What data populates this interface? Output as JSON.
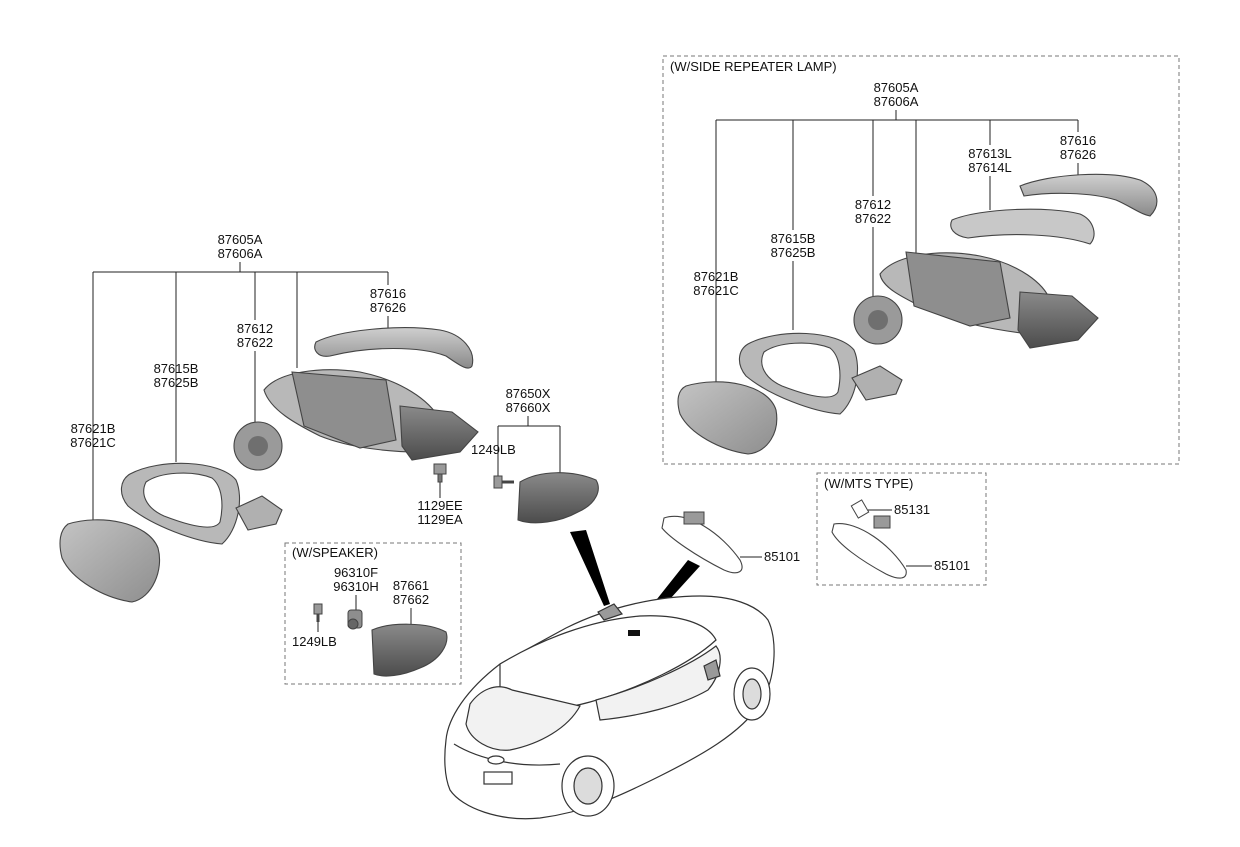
{
  "colors": {
    "part_fill": "#a9a9a9",
    "part_light": "#d2d2d2",
    "part_dark": "#6f6f6f",
    "line": "#222222"
  },
  "main_assembly": {
    "assy_numbers": [
      "87605A",
      "87606A"
    ],
    "cover_numbers": [
      "87616",
      "87626"
    ],
    "actuator_numbers": [
      "87612",
      "87622"
    ],
    "housing_numbers": [
      "87615B",
      "87625B"
    ],
    "glass_numbers": [
      "87621B",
      "87621C"
    ],
    "bolt_numbers": [
      "1129EE",
      "1129EA"
    ]
  },
  "antenna": {
    "assy_numbers": [
      "87650X",
      "87660X"
    ],
    "screw_number": "1249LB"
  },
  "side_repeater_box": {
    "title": "(W/SIDE REPEATER LAMP)",
    "assy_numbers": [
      "87605A",
      "87606A"
    ],
    "cover_numbers": [
      "87616",
      "87626"
    ],
    "lamp_numbers": [
      "87613L",
      "87614L"
    ],
    "actuator_numbers": [
      "87612",
      "87622"
    ],
    "housing_numbers": [
      "87615B",
      "87625B"
    ],
    "glass_numbers": [
      "87621B",
      "87621C"
    ]
  },
  "speaker_box": {
    "title": "(W/SPEAKER)",
    "unit_numbers": [
      "96310F",
      "96310H"
    ],
    "cover_numbers": [
      "87661",
      "87662"
    ],
    "screw_number": "1249LB"
  },
  "inside_mirror": {
    "number": "85101"
  },
  "mts_box": {
    "title": "(W/MTS TYPE)",
    "sensor_number": "85131",
    "mirror_number": "85101"
  }
}
